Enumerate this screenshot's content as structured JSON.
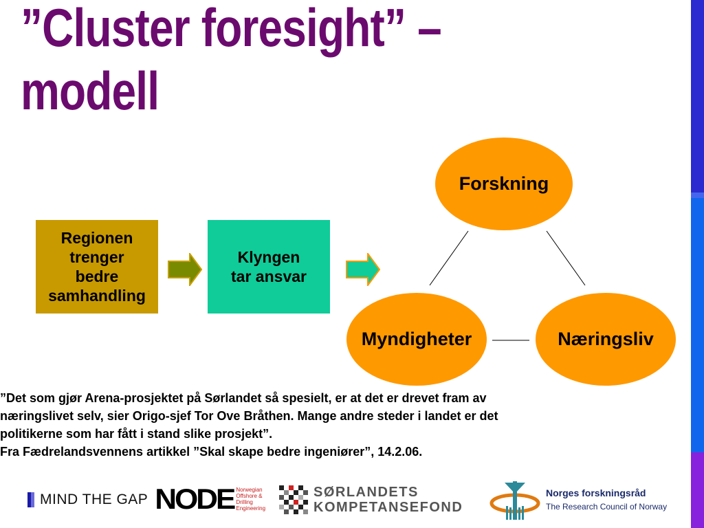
{
  "title": {
    "line1": "”Cluster foresight” –",
    "line2": "modell"
  },
  "diagram": {
    "box_region": "Regionen\ntrenger\nbedre\nsamhandling",
    "box_cluster": "Klyngen\ntar ansvar",
    "node_research": "Forskning",
    "node_authorities": "Myndigheter",
    "node_business": "Næringsliv"
  },
  "quote": {
    "line1": "”Det som gjør Arena-prosjektet på Sørlandet så spesielt, er at det er drevet fram av",
    "line2": "næringslivet selv, sier Origo-sjef Tor Ove Bråthen. Mange andre steder i landet er det",
    "line3": "politikerne som har fått i stand slike prosjekt”.",
    "line4": "Fra Fædrelandsvennens artikkel ”Skal skape bedre ingeniører”, 14.2.06."
  },
  "logos": {
    "mind_the_gap": "MIND THE GAP",
    "node": "NODE",
    "node_sub1": "Norwegian",
    "node_sub2": "Offshore &",
    "node_sub3": "Drilling",
    "node_sub4": "Engineering",
    "sk_line1": "SØRLANDETS",
    "sk_line2": "KOMPETANSEFOND",
    "nf_main": "Norges  forskningsråd",
    "nf_sub": "The Research Council of Norway"
  },
  "colors": {
    "title": "#6b0a6e",
    "box_region": "#c89a00",
    "box_cluster": "#10cc99",
    "ellipse": "#ff9900",
    "arrow1": "#7a8a00",
    "arrow2": "#10cc99"
  }
}
